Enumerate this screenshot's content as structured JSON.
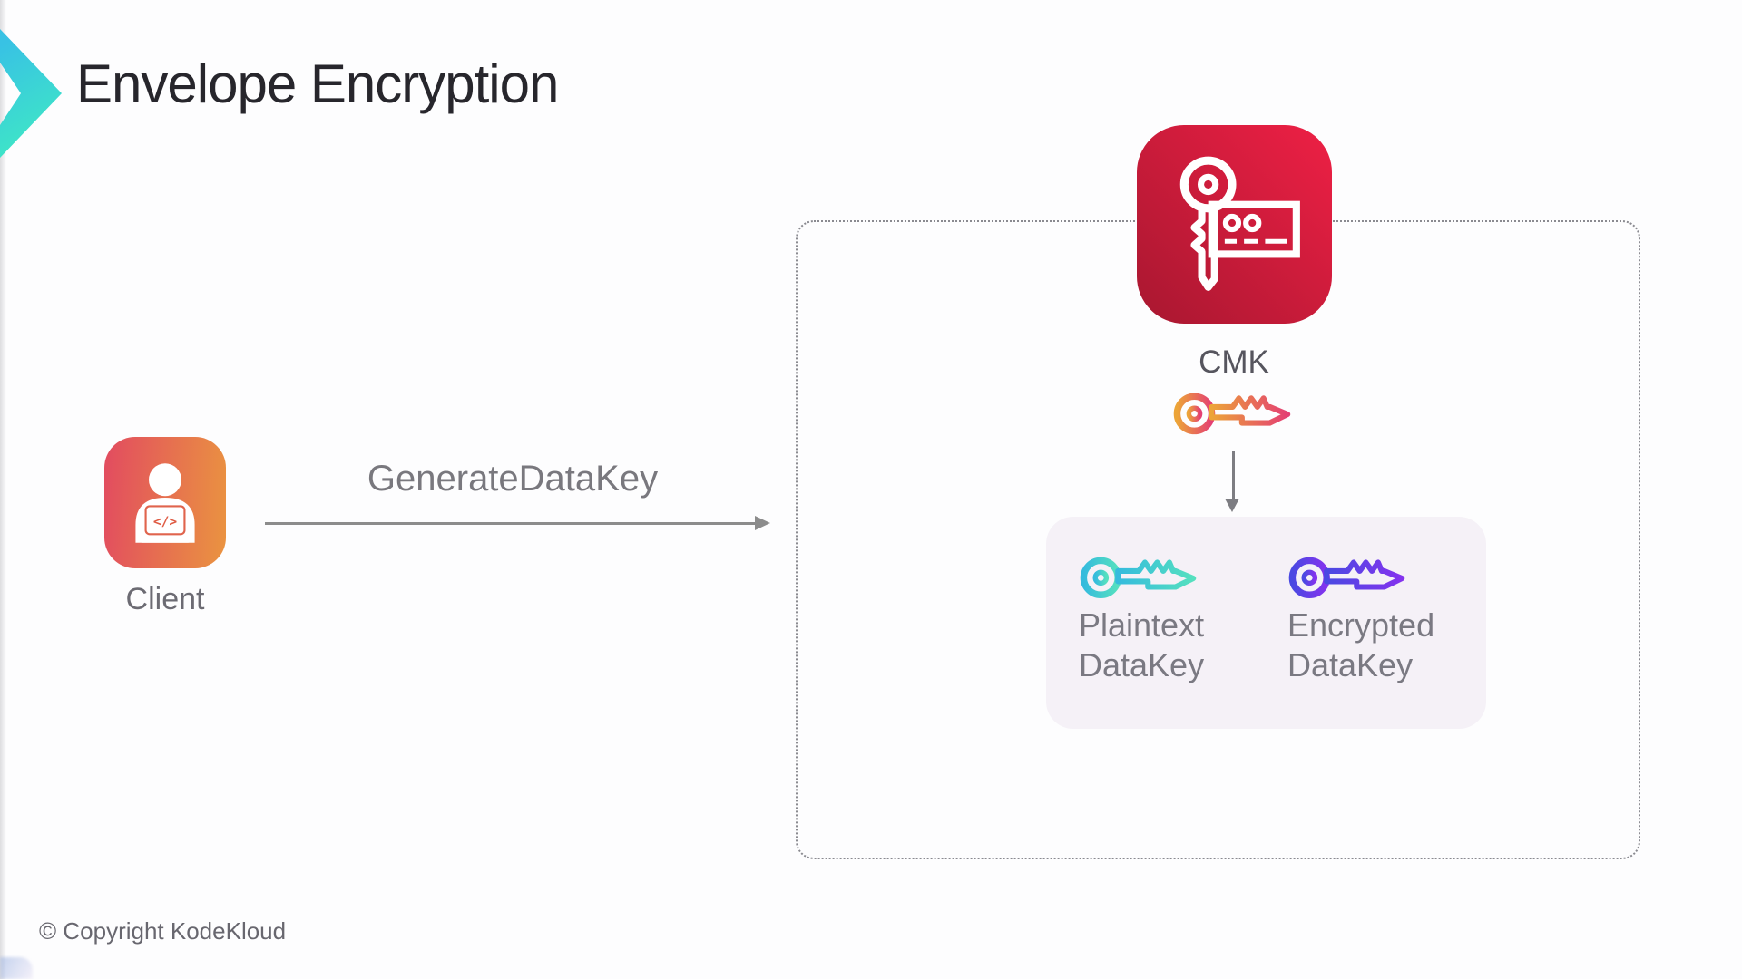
{
  "title": "Envelope Encryption",
  "footer": {
    "copyright": "© Copyright KodeKloud"
  },
  "client": {
    "label": "Client",
    "code_glyph": "</>"
  },
  "request_arrow": {
    "label": "GenerateDataKey"
  },
  "kms": {
    "cmk_label": "CMK",
    "plaintext_key": {
      "line1": "Plaintext",
      "line2": "DataKey"
    },
    "encrypted_key": {
      "line1": "Encrypted",
      "line2": "DataKey"
    }
  },
  "colors": {
    "chevron_start": "#38c2e4",
    "chevron_end": "#3fe9c4",
    "client_gradient_start": "#e24b60",
    "client_gradient_end": "#ea9440",
    "cmk_tile_start": "#a81730",
    "cmk_tile_end": "#ee2045",
    "master_key_start": "#eca438",
    "master_key_end": "#e43f73",
    "plaintext_key_start": "#35bbdd",
    "plaintext_key_end": "#55e0bf",
    "encrypted_key_start": "#4a49e2",
    "encrypted_key_end": "#8433ee",
    "result_panel_bg": "#f5f1f7"
  }
}
